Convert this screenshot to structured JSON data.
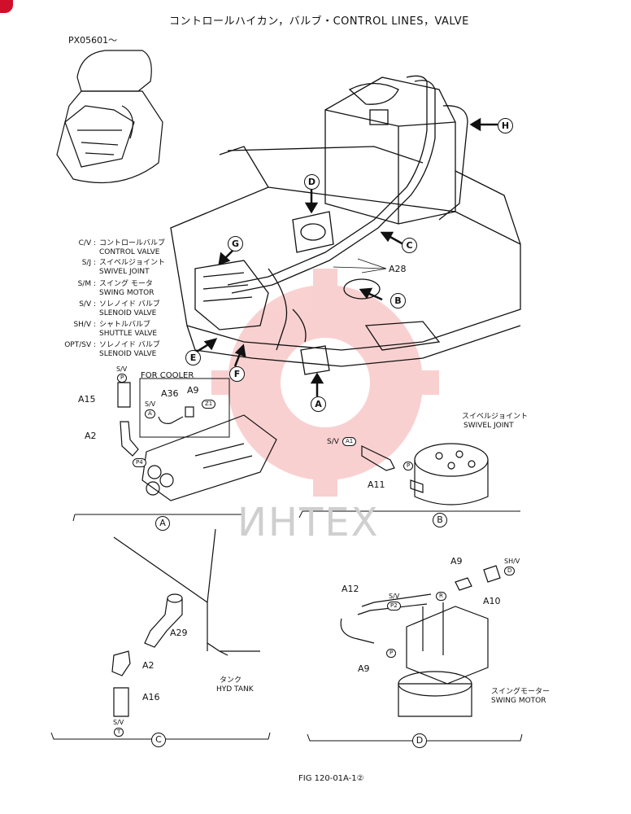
{
  "header": {
    "title": "コントロールハイカン，バルブ・CONTROL LINES，VALVE",
    "serial": "PX05601～"
  },
  "legend": [
    {
      "abbr": "C/V :",
      "jp": "コントロールバルブ",
      "en": "CONTROL VALVE"
    },
    {
      "abbr": "S/J :",
      "jp": "スイベルジョイント",
      "en": "SWIVEL JOINT"
    },
    {
      "abbr": "S/M :",
      "jp": "スイング モータ",
      "en": "SWING MOTOR"
    },
    {
      "abbr": "S/V :",
      "jp": "ソレノイド バルブ",
      "en": "SLENOID VALVE"
    },
    {
      "abbr": "SH/V :",
      "jp": "シャトルバルブ",
      "en": "SHUTTLE VALVE"
    },
    {
      "abbr": "OPT/SV :",
      "jp": "ソレノイド バルブ",
      "en": "SLENOID VALVE"
    }
  ],
  "callouts_main": [
    "H",
    "D",
    "C",
    "G",
    "A28",
    "B",
    "E",
    "F",
    "A"
  ],
  "panel_a": {
    "label": "A",
    "for_cooler": "FOR COOLER",
    "parts": [
      "A15",
      "A2",
      "A36",
      "A9"
    ],
    "sv": "S/V",
    "ports": [
      "P",
      "P4",
      "A",
      "Z1"
    ]
  },
  "panel_b": {
    "label": "B",
    "swivel_jp": "スイベルジョイント",
    "swivel_en": "SWIVEL JOINT",
    "sv": "S/V",
    "parts": [
      "A11"
    ],
    "ports": [
      "A1",
      "P"
    ]
  },
  "panel_c": {
    "label": "C",
    "parts": [
      "A29",
      "A2",
      "A16"
    ],
    "sv": "S/V",
    "port": "T",
    "tank_jp": "タンク",
    "tank_en": "HYD TANK"
  },
  "panel_d": {
    "label": "D",
    "parts": [
      "A9",
      "A10",
      "A12",
      "A9"
    ],
    "shv": "SH/V",
    "sv": "S/V",
    "ports": [
      "D",
      "P2",
      "R",
      "P"
    ],
    "motor_jp": "スイングモーター",
    "motor_en": "SWING MOTOR"
  },
  "watermark": "ИНТЕХ",
  "footer": "FIG 120-01A-1②"
}
